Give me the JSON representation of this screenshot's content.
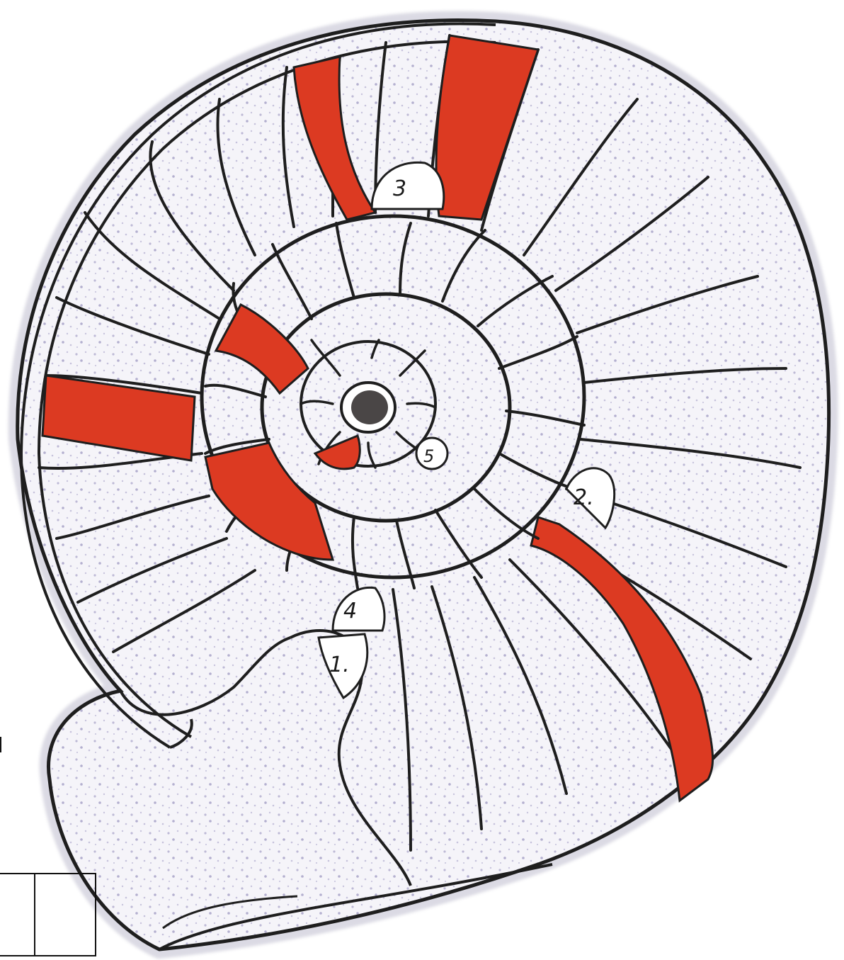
{
  "labels": {
    "chamber_1": "1.",
    "chamber_2": "2.",
    "chamber_3": "3",
    "chamber_4": "4",
    "chamber_5": "5"
  },
  "colors": {
    "outline": "#1e1e1e",
    "shell_fill": "#f4f3f8",
    "speckle": "#b9b6d2",
    "highlight_band": "#dc3a22",
    "core": "#4a4646"
  },
  "icons": {
    "main": "ammonite-shell-illustration"
  }
}
